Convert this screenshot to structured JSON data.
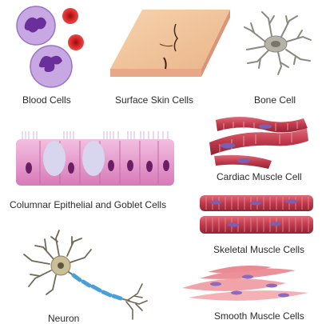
{
  "labels": {
    "blood": "Blood Cells",
    "skin": "Surface Skin Cells",
    "bone": "Bone Cell",
    "cardiac": "Cardiac Muscle Cell",
    "columnar": "Columnar Epithelial and Goblet Cells",
    "skeletal": "Skeletal Muscle Cells",
    "neuron": "Neuron",
    "smooth": "Smooth Muscle Cells"
  },
  "colors": {
    "blood_red": "#d62828",
    "white_cell": "#b48fd4",
    "skin": "#f2c69a",
    "bone": "#8a8a80",
    "muscle_red": "#c0394b",
    "muscle_nucleus": "#7b5fb0",
    "epithelial_pink": "#e58ec9",
    "goblet": "#d7d6ee",
    "neuron_body": "#b9b089",
    "myelin": "#4a9fd6",
    "smooth_muscle": "#f0a3a9"
  }
}
